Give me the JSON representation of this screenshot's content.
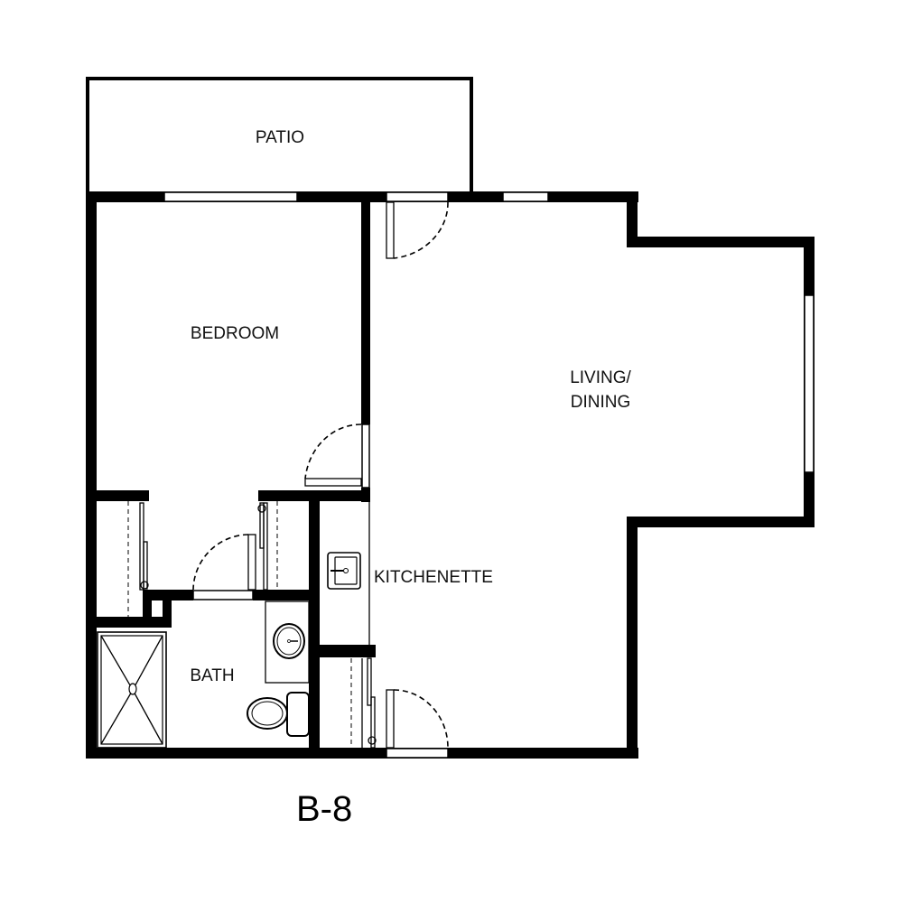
{
  "unit_name": "B-8",
  "rooms": {
    "patio": "PATIO",
    "bedroom": "BEDROOM",
    "living_line1": "LIVING/",
    "living_line2": "DINING",
    "kitchenette": "KITCHENETTE",
    "bath": "BATH"
  },
  "colors": {
    "wall": "#000000",
    "background": "#ffffff"
  }
}
